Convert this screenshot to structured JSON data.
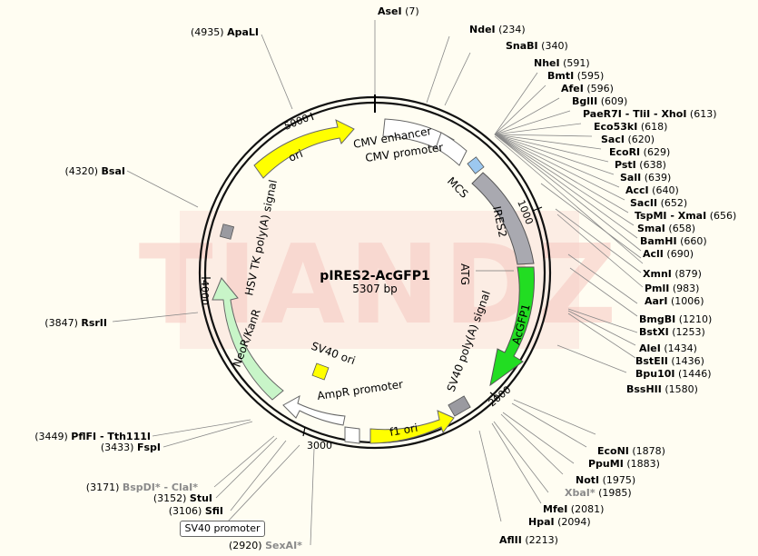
{
  "plasmid": {
    "name": "pIRES2-AcGFP1",
    "size": "5307 bp"
  },
  "watermark": "TIANDZ",
  "colors": {
    "background": "#fffdf2",
    "backbone": "#111111",
    "ori": "#ffff00",
    "acgfp1": "#22dd22",
    "neor": "#c8f5c8",
    "ires2": "#a9a9b0",
    "mcs": "#9cc8f0",
    "sv40_ori": "#ffff00",
    "f1_ori": "#ffff00",
    "grey_box": "#9a9aa0",
    "open_arrow": "#ffffff"
  },
  "features": [
    {
      "name": "CMV enhancer"
    },
    {
      "name": "CMV promoter"
    },
    {
      "name": "MCS"
    },
    {
      "name": "IRES2"
    },
    {
      "name": "ATG"
    },
    {
      "name": "AcGFP1"
    },
    {
      "name": "SV40 poly(A) signal"
    },
    {
      "name": "f1 ori"
    },
    {
      "name": "AmpR promoter"
    },
    {
      "name": "SV40 ori"
    },
    {
      "name": "NeoR/KanR"
    },
    {
      "name": "HSV TK poly(A) signal"
    },
    {
      "name": "ori"
    }
  ],
  "ticks": [
    "1000",
    "2000",
    "3000",
    "4000",
    "5000"
  ],
  "sites": [
    {
      "name": "AseI",
      "pos": "(7)"
    },
    {
      "name": "NdeI",
      "pos": "(234)"
    },
    {
      "name": "SnaBI",
      "pos": "(340)"
    },
    {
      "name": "NheI",
      "pos": "(591)"
    },
    {
      "name": "BmtI",
      "pos": "(595)"
    },
    {
      "name": "AfeI",
      "pos": "(596)"
    },
    {
      "name": "BglII",
      "pos": "(609)"
    },
    {
      "name": "PaeR7I - TliI - XhoI",
      "pos": "(613)"
    },
    {
      "name": "Eco53kI",
      "pos": "(618)"
    },
    {
      "name": "SacI",
      "pos": "(620)"
    },
    {
      "name": "EcoRI",
      "pos": "(629)"
    },
    {
      "name": "PstI",
      "pos": "(638)"
    },
    {
      "name": "SalI",
      "pos": "(639)"
    },
    {
      "name": "AccI",
      "pos": "(640)"
    },
    {
      "name": "SacII",
      "pos": "(652)"
    },
    {
      "name": "TspMI - XmaI",
      "pos": "(656)"
    },
    {
      "name": "SmaI",
      "pos": "(658)"
    },
    {
      "name": "BamHI",
      "pos": "(660)"
    },
    {
      "name": "AclI",
      "pos": "(690)"
    },
    {
      "name": "XmnI",
      "pos": "(879)"
    },
    {
      "name": "PmlI",
      "pos": "(983)"
    },
    {
      "name": "AarI",
      "pos": "(1006)"
    },
    {
      "name": "BmgBI",
      "pos": "(1210)"
    },
    {
      "name": "BstXI",
      "pos": "(1253)"
    },
    {
      "name": "AleI",
      "pos": "(1434)"
    },
    {
      "name": "BstEII",
      "pos": "(1436)"
    },
    {
      "name": "Bpu10I",
      "pos": "(1446)"
    },
    {
      "name": "BssHII",
      "pos": "(1580)"
    },
    {
      "name": "EcoNI",
      "pos": "(1878)"
    },
    {
      "name": "PpuMI",
      "pos": "(1883)"
    },
    {
      "name": "NotI",
      "pos": "(1975)"
    },
    {
      "name": "XbaI*",
      "pos": "(1985)"
    },
    {
      "name": "MfeI",
      "pos": "(2081)"
    },
    {
      "name": "HpaI",
      "pos": "(2094)"
    },
    {
      "name": "AflII",
      "pos": "(2213)"
    },
    {
      "name": "SexAI*",
      "pos": "(2920)"
    },
    {
      "name": "SfiI",
      "pos": "(3106)"
    },
    {
      "name": "StuI",
      "pos": "(3152)"
    },
    {
      "name": "BspDI* - ClaI*",
      "pos": "(3171)"
    },
    {
      "name": "FspI",
      "pos": "(3433)"
    },
    {
      "name": "PflFI - Tth111I",
      "pos": "(3449)"
    },
    {
      "name": "RsrII",
      "pos": "(3847)"
    },
    {
      "name": "BsaI",
      "pos": "(4320)"
    },
    {
      "name": "ApaLI",
      "pos": "(4935)"
    }
  ],
  "boxed_label": "SV40 promoter"
}
